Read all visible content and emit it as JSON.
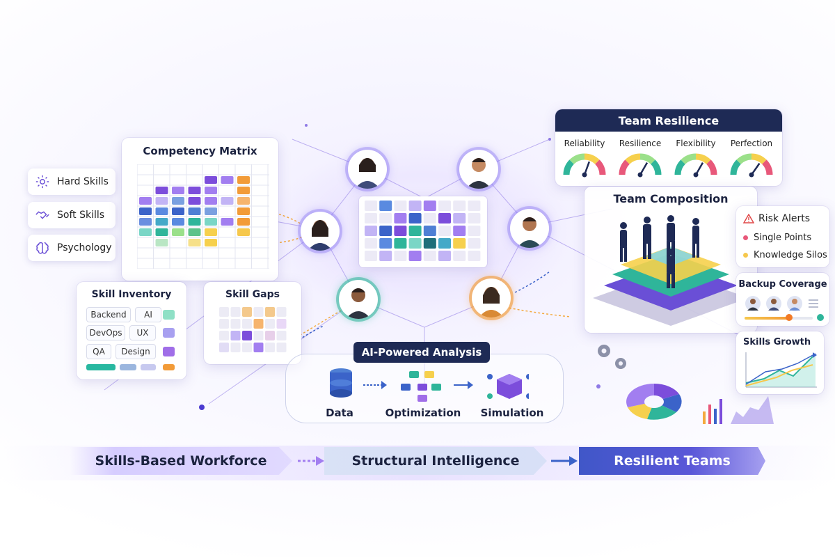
{
  "skill_types": {
    "items": [
      {
        "label": "Hard Skills",
        "icon": "gear-icon"
      },
      {
        "label": "Soft Skills",
        "icon": "handshake-icon"
      },
      {
        "label": "Psychology",
        "icon": "brain-icon"
      }
    ]
  },
  "competency_matrix": {
    "title": "Competency Matrix"
  },
  "skill_inventory": {
    "title": "Skill Inventory",
    "tags": [
      "Backend",
      "AI",
      "DevOps",
      "UX",
      "QA",
      "Design"
    ]
  },
  "skill_gaps": {
    "title": "Skill Gaps"
  },
  "team_resilience": {
    "title": "Team Resilience",
    "gauges": [
      "Reliability",
      "Resilience",
      "Flexibility",
      "Perfection"
    ]
  },
  "team_composition": {
    "title": "Team Composition"
  },
  "risk_alerts": {
    "title": "Risk Alerts",
    "items": [
      "Single Points",
      "Knowledge Silos"
    ]
  },
  "backup_coverage": {
    "title": "Backup Coverage",
    "level": 0.65
  },
  "skills_growth": {
    "title": "Skills Growth"
  },
  "analysis": {
    "title": "AI-Powered Analysis",
    "steps": [
      "Data",
      "Optimization",
      "Simulation"
    ]
  },
  "flow": {
    "stages": [
      "Skills-Based Workforce",
      "Structural Intelligence",
      "Resilient Teams"
    ]
  },
  "colors": {
    "purple": "#7c4ddb",
    "blue": "#3b63c9",
    "teal": "#2fb59a",
    "orange": "#f29b38",
    "yellow": "#f6d04d",
    "navy": "#1e2a55"
  }
}
